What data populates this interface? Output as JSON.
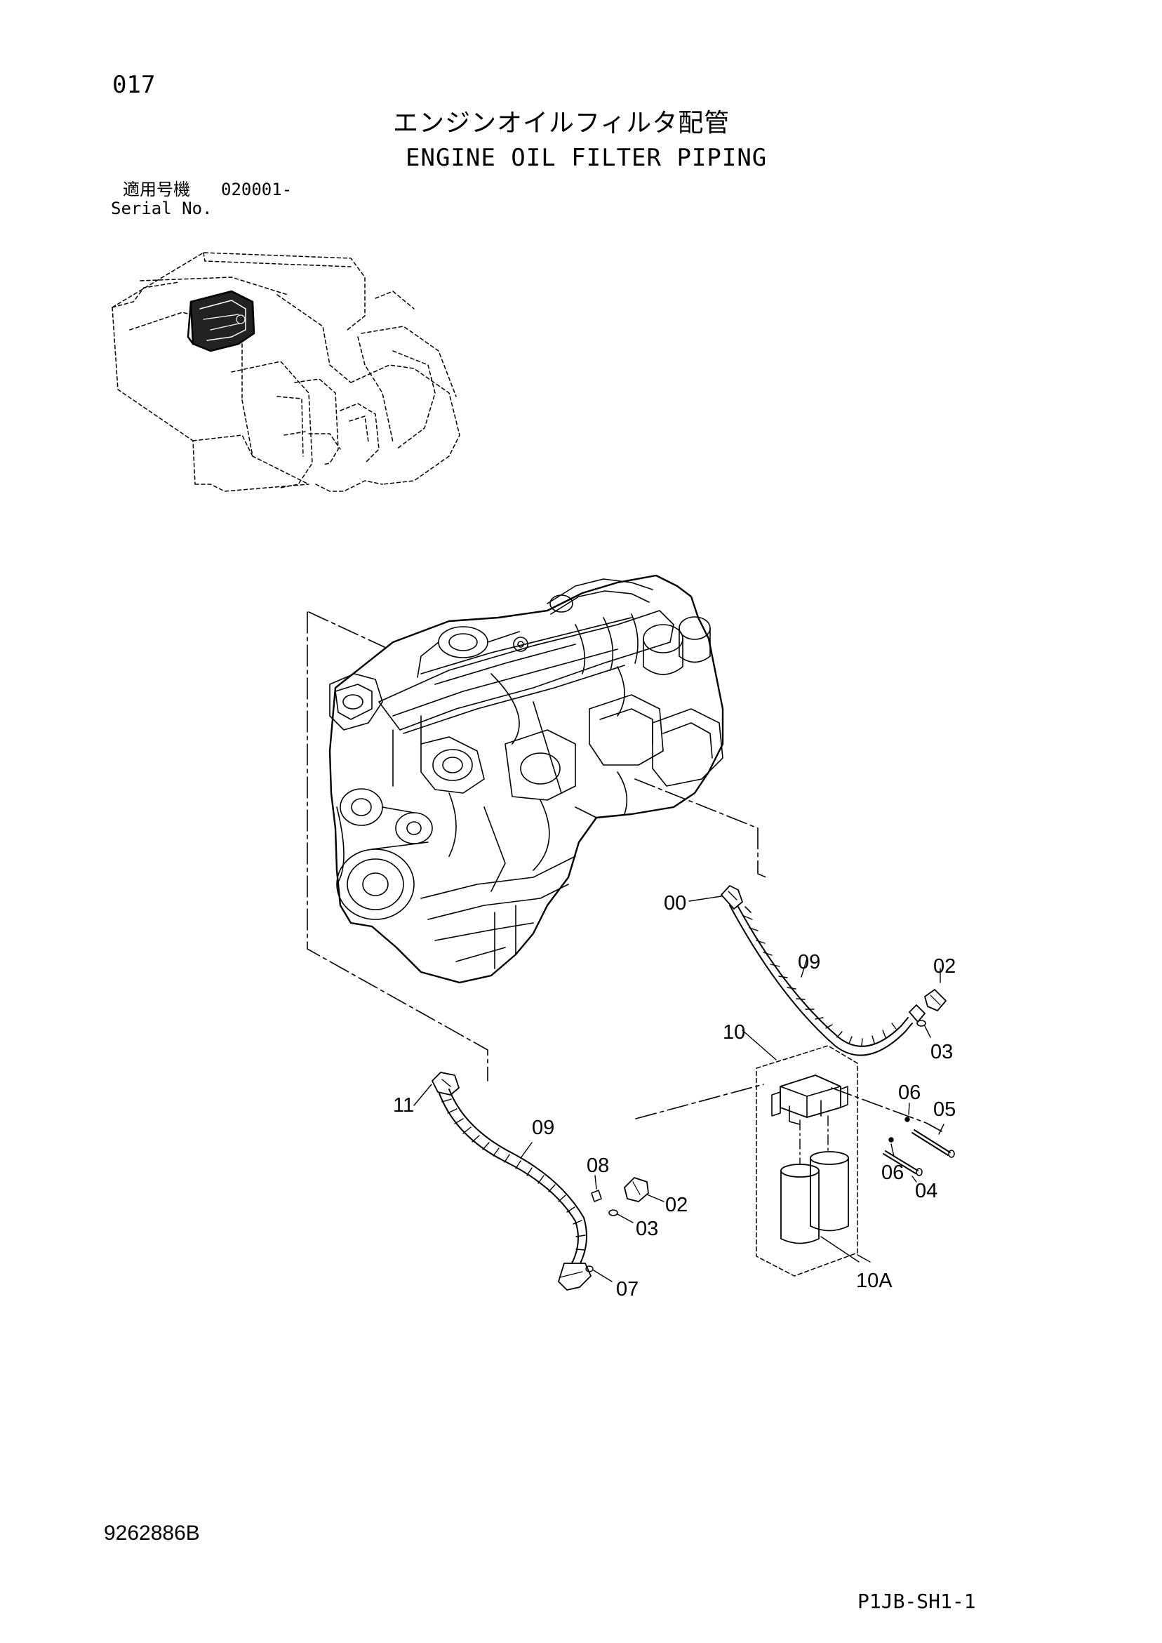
{
  "page": {
    "number": "017",
    "title_ja": "エンジンオイルフィルタ配管",
    "title_en": "ENGINE OIL FILTER PIPING",
    "serial_label_ja": "適用号機",
    "serial_value": "020001-",
    "serial_label_en": "Serial No.",
    "document_number": "9262886B",
    "sheet_code": "P1JB-SH1-1"
  },
  "callouts": {
    "c00": "00",
    "c09_upper": "09",
    "c02_upper": "02",
    "c03_upper": "03",
    "c10": "10",
    "c06_upper": "06",
    "c05": "05",
    "c06_lower": "06",
    "c04": "04",
    "c11": "11",
    "c09_lower": "09",
    "c08": "08",
    "c02_lower": "02",
    "c03_lower": "03",
    "c07": "07",
    "c10A": "10A"
  }
}
